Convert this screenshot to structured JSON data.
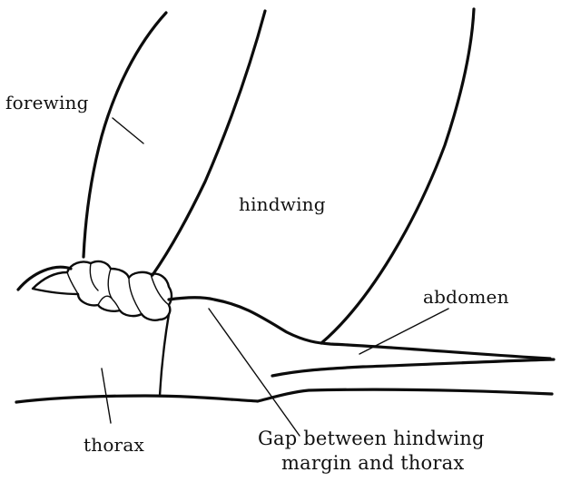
{
  "labels": {
    "forewing": "forewing",
    "hindwing": "hindwing",
    "abdomen": "abdomen",
    "thorax": "thorax",
    "gap_line1": "Gap between hindwing",
    "gap_line2": "margin and thorax"
  }
}
